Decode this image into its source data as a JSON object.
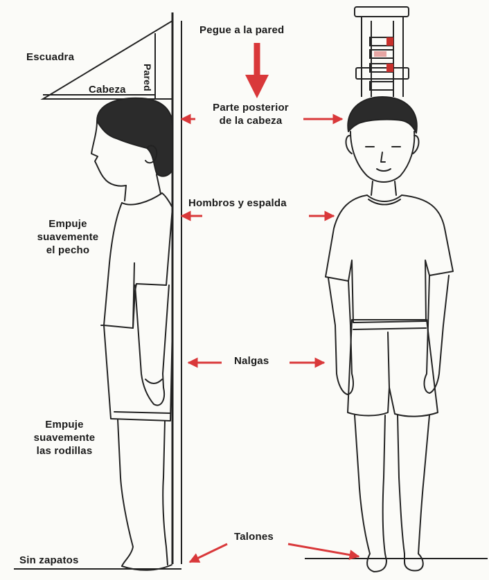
{
  "labels": {
    "escuadra": "Escuadra",
    "cabeza": "Cabeza",
    "pared": "Pared",
    "pegue": "Pegue a la pared",
    "parte_line1": "Parte posterior",
    "parte_line2": "de la cabeza",
    "hombros": "Hombros y espalda",
    "empuje_pecho_1": "Empuje",
    "empuje_pecho_2": "suavemente",
    "empuje_pecho_3": "el pecho",
    "nalgas": "Nalgas",
    "empuje_rodillas_1": "Empuje",
    "empuje_rodillas_2": "suavemente",
    "empuje_rodillas_3": "las rodillas",
    "talones": "Talones",
    "sin_zapatos": "Sin zapatos"
  },
  "colors": {
    "arrow": "#d9383a",
    "ink": "#222222",
    "background": "#fbfbf8",
    "stadiometer_mark": "#c8302c"
  }
}
